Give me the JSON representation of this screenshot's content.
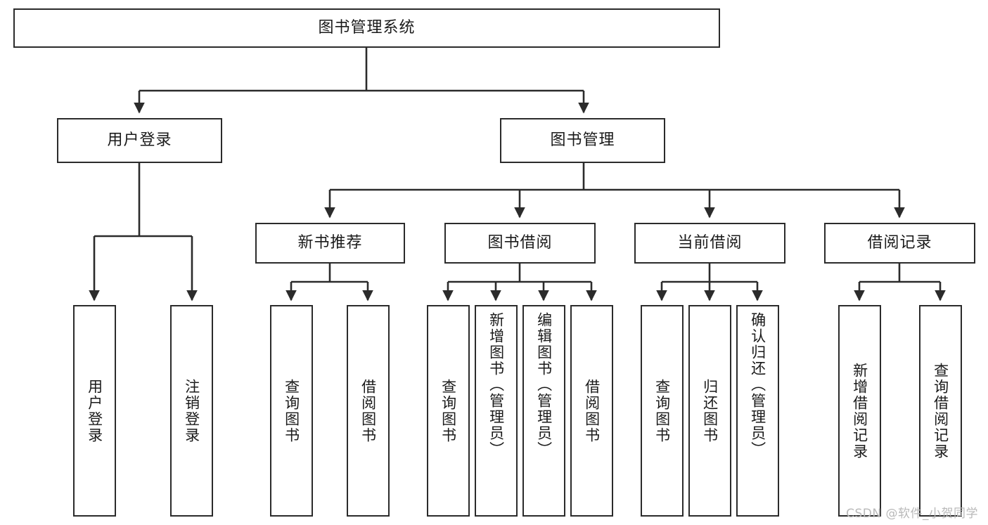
{
  "diagram": {
    "title": "图书管理系统",
    "watermark": "CSDN @软件_小贺同学",
    "line_color": "#2b2b2b",
    "box_fill": "#ffffff",
    "text_color": "#1a1a1a",
    "watermark_color": "#b9b9b9",
    "root": {
      "label": "图书管理系统"
    },
    "level2": [
      {
        "label": "用户登录"
      },
      {
        "label": "图书管理"
      }
    ],
    "level3": [
      {
        "label": "新书推荐"
      },
      {
        "label": "图书借阅"
      },
      {
        "label": "当前借阅"
      },
      {
        "label": "借阅记录"
      }
    ],
    "leaves": {
      "user_login": [
        {
          "label": "用户登录"
        },
        {
          "label": "注销登录"
        }
      ],
      "new_book_recommend": [
        {
          "label": "查询图书"
        },
        {
          "label": "借阅图书"
        }
      ],
      "book_borrow": [
        {
          "label": "查询图书"
        },
        {
          "label": "新增图书（管理员）"
        },
        {
          "label": "编辑图书（管理员）"
        },
        {
          "label": "借阅图书"
        }
      ],
      "current_borrow": [
        {
          "label": "查询图书"
        },
        {
          "label": "归还图书"
        },
        {
          "label": "确认归还（管理员）"
        }
      ],
      "borrow_record": [
        {
          "label": "新增借阅记录"
        },
        {
          "label": "查询借阅记录"
        }
      ]
    }
  }
}
